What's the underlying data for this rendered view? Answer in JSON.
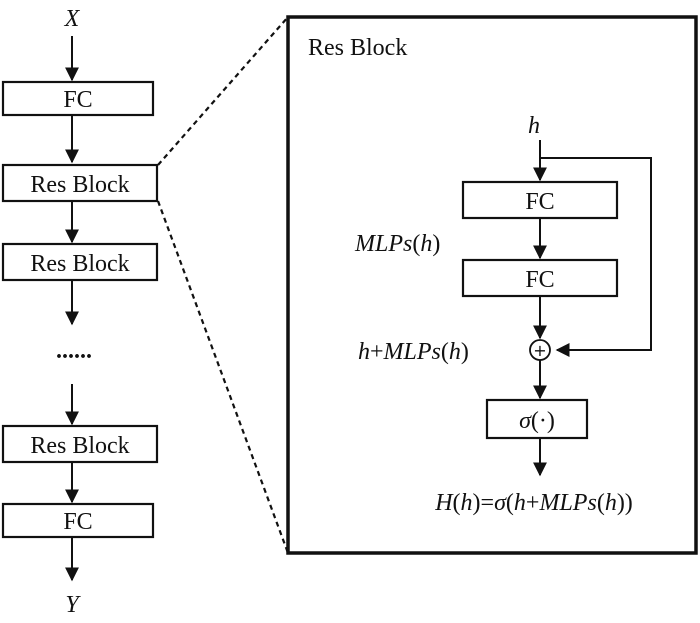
{
  "left_stack": {
    "input_label": "X",
    "fc_top": "FC",
    "res_block_1": "Res Block",
    "res_block_2": "Res Block",
    "ellipsis": "......",
    "res_block_last": "Res Block",
    "fc_bottom": "FC",
    "output_label": "Y"
  },
  "detail_panel": {
    "title": "Res Block",
    "input_h": "h",
    "fc_1": "FC",
    "fc_2": "FC",
    "mlps_label": {
      "var": "MLPs",
      "open": "(",
      "arg": "h",
      "close": ")"
    },
    "sum_label": {
      "h": "h",
      "plus": "+",
      "var": "MLPs",
      "open": "(",
      "arg": "h",
      "close": ")"
    },
    "plus_symbol": "+",
    "sigma_box": {
      "sigma": "σ",
      "rest": "(·)"
    },
    "output_formula": {
      "H": "H",
      "p1": "(",
      "h1": "h",
      "p2": ")=",
      "sigma": "σ",
      "p3": "(",
      "h2": "h",
      "plus": "+",
      "mlps": "MLPs",
      "p4": "(",
      "h3": "h",
      "p5": "))"
    }
  }
}
